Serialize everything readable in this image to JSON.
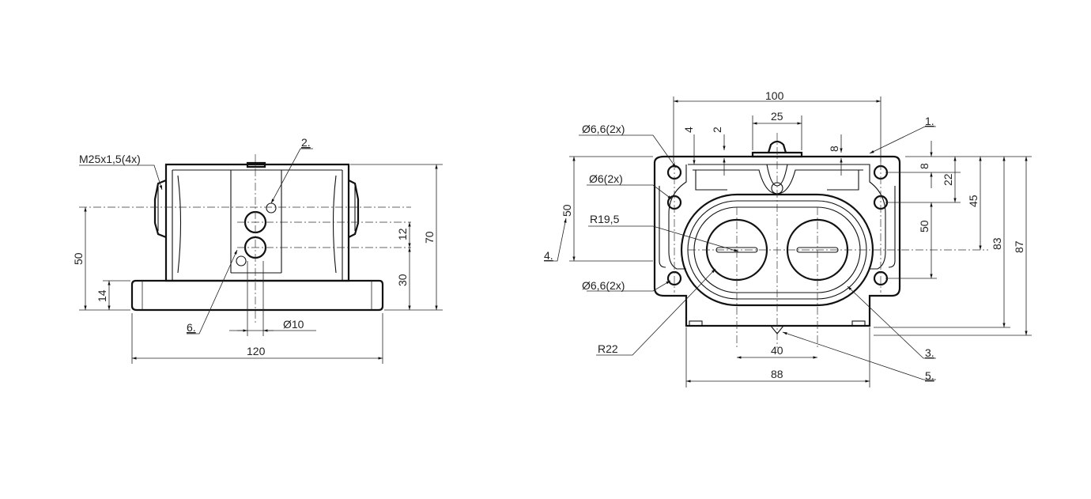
{
  "side_view": {
    "thread_label": "M25x1,5(4x)",
    "callout_2": "2.",
    "callout_6": "6.",
    "dim_width": "120",
    "dim_height_total": "70",
    "dim_height_axis": "50",
    "dim_base_height": "14",
    "dim_hole_spacing": "12",
    "dim_hole_height": "30",
    "dim_hole_diameter": "Ø10"
  },
  "front_view": {
    "callout_1": "1.",
    "callout_3": "3.",
    "callout_4": "4.",
    "callout_5": "5.",
    "hole_top_label": "Ø6,6(2x)",
    "hole_mid_label": "Ø6(2x)",
    "hole_bottom_label": "Ø6,6(2x)",
    "radius_inner": "R19,5",
    "radius_outer": "R22",
    "dim_width_total": "100",
    "dim_plunger_width": "25",
    "dim_top_4": "4",
    "dim_top_2": "2",
    "dim_top_8": "8",
    "dim_right_8": "8",
    "dim_right_22": "22",
    "dim_right_45": "45",
    "dim_right_50": "50",
    "dim_right_83": "83",
    "dim_right_87": "87",
    "dim_left_50": "50",
    "dim_bottom_40": "40",
    "dim_bottom_88": "88"
  }
}
